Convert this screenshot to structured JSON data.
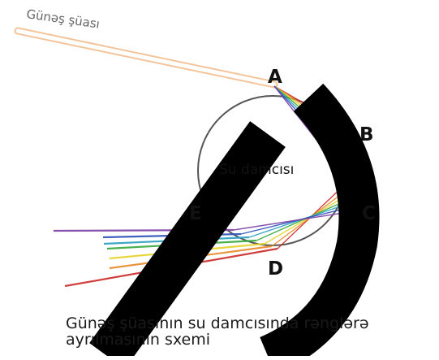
{
  "diagram": {
    "sun_ray_label": "Günəş şüası",
    "drop_label": "Su damcısı",
    "points": {
      "a": "A",
      "b": "B",
      "c": "C",
      "d": "D",
      "e": "E"
    }
  },
  "caption": {
    "line1": "Günəş şüasının su damcısında rənglərə",
    "line2": "ayrılmasının sxemi"
  },
  "colors": {
    "spectrum": [
      "#cc2a2a",
      "#e8892a",
      "#e6d22a",
      "#35a83a",
      "#2a9ec2",
      "#2a4fb8",
      "#7b3fa6"
    ],
    "watermark": "#000000",
    "sun_ray": "#f3c49a",
    "droplet_outline": "#555555"
  }
}
